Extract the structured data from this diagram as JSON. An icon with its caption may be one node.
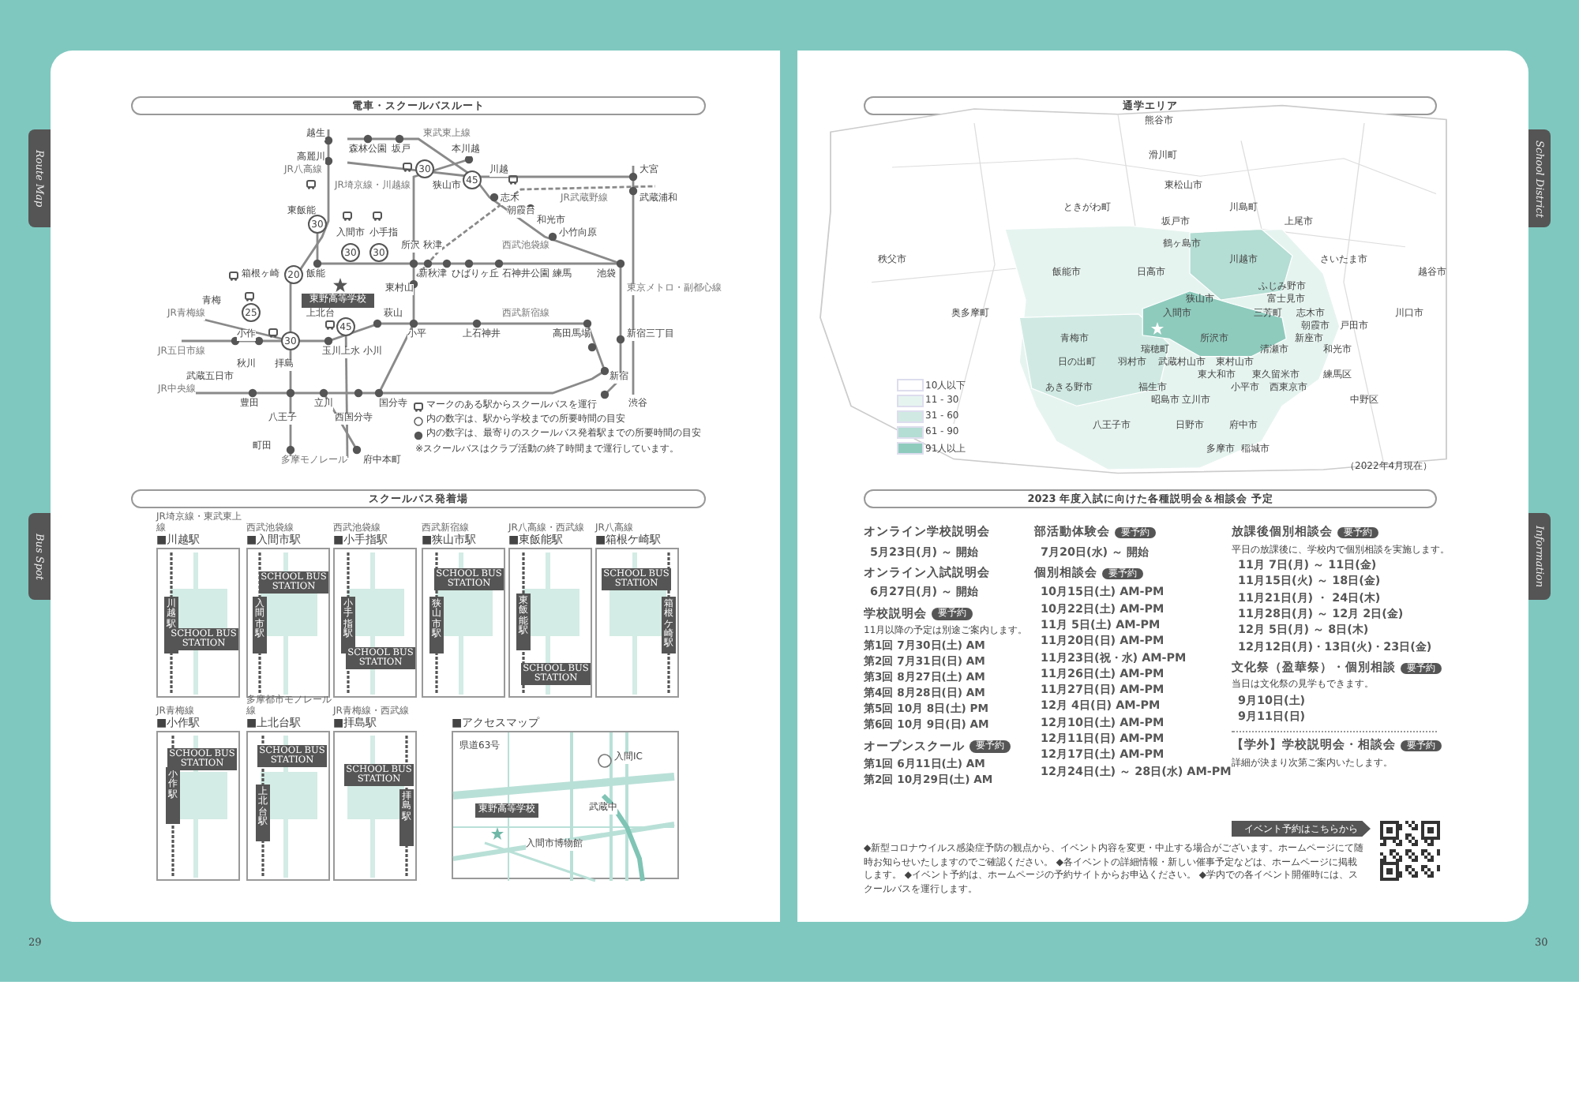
{
  "diagram": {
    "nodes": [
      {
        "text": [
          "Route Map"
        ]
      },
      {
        "text": [
          "電車・スクールバスルート"
        ]
      },
      {
        "text": [
          "30"
        ]
      },
      {
        "text": [
          "30"
        ]
      },
      {
        "text": [
          "30"
        ]
      },
      {
        "text": [
          "30"
        ]
      },
      {
        "text": [
          "45"
        ]
      },
      {
        "text": [
          "20"
        ]
      },
      {
        "text": [
          "25"
        ]
      },
      {
        "text": [
          "30"
        ]
      },
      {
        "text": [
          "45"
        ]
      },
      {
        "text": [
          "東野高等学校"
        ]
      },
      {
        "text": [
          "Bus Spot"
        ]
      },
      {
        "text": [
          "スクールバス発着場"
        ]
      },
      {
        "text": [
          "JR埼京線・東武東上線",
          "■川越駅"
        ]
      },
      {
        "text": [
          "川越駅"
        ],
        "in": 14
      },
      {
        "text": [
          "SCHOOL BUS STATION"
        ],
        "in": 14
      },
      {
        "text": [
          "西武池袋線",
          "■入間市駅"
        ]
      },
      {
        "text": [
          "入間市駅"
        ],
        "in": 17
      },
      {
        "text": [
          "SCHOOL BUS STATION"
        ],
        "in": 17
      },
      {
        "text": [
          "西武池袋線",
          "■小手指駅"
        ]
      },
      {
        "text": [
          "小手指駅"
        ],
        "in": 20
      },
      {
        "text": [
          "SCHOOL BUS STATION"
        ],
        "in": 20
      },
      {
        "text": [
          "西武新宿線",
          "■狭山市駅"
        ]
      },
      {
        "text": [
          "狭山市駅"
        ],
        "in": 23
      },
      {
        "text": [
          "SCHOOL BUS STATION"
        ],
        "in": 23
      },
      {
        "text": [
          "JR八高線・西武線",
          "■東飯能駅"
        ]
      },
      {
        "text": [
          "東飯能駅"
        ],
        "in": 26
      },
      {
        "text": [
          "SCHOOL BUS STATION"
        ],
        "in": 26
      },
      {
        "text": [
          "JR八高線",
          "■箱根ケ崎駅"
        ]
      },
      {
        "text": [
          "箱根ケ崎駅"
        ],
        "in": 29
      },
      {
        "text": [
          "SCHOOL BUS STATION"
        ],
        "in": 29
      },
      {
        "text": [
          "JR青梅線",
          "■小作駅"
        ]
      },
      {
        "text": [
          "小作駅"
        ],
        "in": 32
      },
      {
        "text": [
          "SCHOOL BUS STATION"
        ],
        "in": 32
      },
      {
        "text": [
          "多摩都市モノレール線",
          "■上北台駅"
        ]
      },
      {
        "text": [
          "上北台駅"
        ],
        "in": 35
      },
      {
        "text": [
          "SCHOOL BUS STATION"
        ],
        "in": 35
      },
      {
        "text": [
          "JR青梅線・西武線",
          "■拝島駅"
        ]
      },
      {
        "text": [
          "拝島駅"
        ],
        "in": 38
      },
      {
        "text": [
          "SCHOOL BUS STATION"
        ],
        "in": 38
      },
      {
        "text": [
          "■アクセスマップ"
        ]
      },
      {
        "text": [
          "東野高等学校"
        ],
        "in": 41
      },
      {
        "text": [
          "School District"
        ]
      },
      {
        "text": [
          "通学エリア"
        ]
      },
      {
        "text": [
          "Information"
        ]
      },
      {
        "text": [
          "2023 年度入試に向けた各種説明会＆相談会 予定"
        ]
      },
      {
        "text": [
          "要予約"
        ]
      },
      {
        "text": [
          "要予約"
        ]
      },
      {
        "text": [
          "要予約"
        ]
      },
      {
        "text": [
          "要予約"
        ]
      },
      {
        "text": [
          "要予約"
        ]
      },
      {
        "text": [
          "要予約"
        ]
      },
      {
        "text": [
          "要予約"
        ]
      },
      {
        "text": [
          "イベント予約はこちらから"
        ]
      }
    ],
    "labels": [
      "越生",
      "東武東上線",
      "森林公園",
      "坂戸",
      "本川越",
      "高麗川",
      "JR八高線",
      "川越",
      "大宮",
      "JR埼京線・川越線",
      "狭山市",
      "志木",
      "JR武蔵野線",
      "武蔵浦和",
      "東飯能",
      "朝霞台",
      "和光市",
      "入間市",
      "小手指",
      "小竹向原",
      "所沢",
      "秋津",
      "西武池袋線",
      "箱根ヶ崎",
      "飯能",
      "新秋津",
      "ひばりヶ丘",
      "石神井公園",
      "練馬",
      "池袋",
      "東村山",
      "東京メトロ・副都心線",
      "青梅",
      "JR青梅線",
      "上北台",
      "萩山",
      "西武新宿線",
      "小作",
      "小平",
      "上石神井",
      "高田馬場",
      "新宿三丁目",
      "JR五日市線",
      "玉川上水",
      "小川",
      "秋川",
      "拝島",
      "武蔵五日市",
      "新宿",
      "JR中央線",
      "豊田",
      "立川",
      "国分寺",
      "渋谷",
      "八王子",
      "西国分寺",
      "町田",
      "多摩モノレール",
      "府中本町",
      "マークのある駅からスクールバスを運行",
      "内の数字は、駅から学校までの所要時間の目安",
      "内の数字は、最寄りのスクールバス発着駅までの所要時間の目安",
      "※スクールバスはクラブ活動の終了時間まで運行しています。",
      "県道63号",
      "入間IC",
      "武蔵中",
      "入間市博物館",
      "熊谷市",
      "滑川町",
      "東松山市",
      "ときがわ町",
      "川島町",
      "坂戸市",
      "上尾市",
      "鶴ヶ島市",
      "秩父市",
      "川越市",
      "さいたま市",
      "飯能市",
      "日高市",
      "越谷市",
      "ふじみ野市",
      "狭山市",
      "富士見市",
      "奥多摩町",
      "入間市",
      "三芳町",
      "志木市",
      "川口市",
      "朝霞市",
      "戸田市",
      "青梅市",
      "所沢市",
      "新座市",
      "瑞穂町",
      "清瀬市",
      "和光市",
      "日の出町",
      "羽村市",
      "武蔵村山市",
      "東村山市",
      "東大和市",
      "東久留米市",
      "練馬区",
      "あきる野市",
      "福生市",
      "小平市",
      "西東京市",
      "昭島市",
      "立川市",
      "中野区",
      "八王子市",
      "日野市",
      "府中市",
      "多摩市",
      "稲城市",
      "（2022年4月現在）",
      "オンライン学校説明会",
      "5月23日(月) ～ 開始",
      "オンライン入試説明会",
      "6月27日(月) ～ 開始",
      "学校説明会",
      "11月以降の予定は別途ご案内します。",
      "第1回 7月30日(土) AM",
      "第2回 7月31日(日) AM",
      "第3回 8月27日(土) AM",
      "第4回 8月28日(日) AM",
      "第5回 10月 8日(土) PM",
      "第6回 10月 9日(日) AM",
      "オープンスクール",
      "第1回 6月11日(土) AM",
      "第2回 10月29日(土) AM",
      "部活動体験会",
      "7月20日(水) ～ 開始",
      "個別相談会",
      "10月15日(土) AM-PM",
      "10月22日(土) AM-PM",
      "11月 5日(土) AM-PM",
      "11月20日(日) AM-PM",
      "11月23日(祝・水) AM-PM",
      "11月26日(土) AM-PM",
      "11月27日(日) AM-PM",
      "12月 4日(日) AM-PM",
      "12月10日(土) AM-PM",
      "12月11日(日) AM-PM",
      "12月17日(土) AM-PM",
      "12月24日(土) ～ 28日(水) AM-PM",
      "放課後個別相談会",
      "平日の放課後に、学校内で個別相談を実施します。",
      "11月 7日(月) ～ 11日(金)",
      "11月15日(火) ～ 18日(金)",
      "11月21日(月) ・ 24日(木)",
      "11月28日(月) ～ 12月 2日(金)",
      "12月 5日(月) ～ 8日(木)",
      "12月12日(月)・13日(火)・23日(金)",
      "文化祭（盈華祭）・個別相談",
      "当日は文化祭の見学もできます。",
      "9月10日(土)",
      "9月11日(日)",
      "【学外】学校説明会・相談会",
      "詳細が決まり次第ご案内いたします。",
      "◆新型コロナウイルス感染症予防の観点から、イベント内容を変更・中止する場合がございます。ホームページにて随時お知らせいたしますのでご確認ください。 ◆各イベントの詳細情報・新しい催事予定などは、ホームページに掲載します。 ◆イベント予約は、ホームページの予約サイトからお申込ください。 ◆学内での各イベント開催時には、スクールバスを運行します。",
      "29",
      "30"
    ],
    "legend": [
      {
        "text": "10人以下",
        "color": "#ffffff"
      },
      {
        "text": "11 - 30",
        "color": "#e6f4f0"
      },
      {
        "text": "31 - 60",
        "color": "#d0eae3"
      },
      {
        "text": "61 - 90",
        "color": "#b4ddd3"
      },
      {
        "text": "91人以上",
        "color": "#8ecbbd"
      }
    ]
  }
}
